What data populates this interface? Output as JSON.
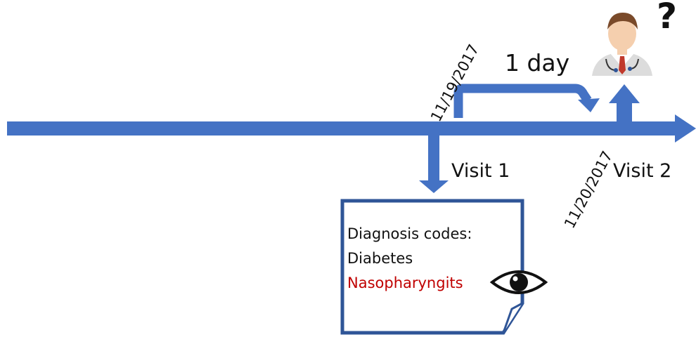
{
  "visit1": {
    "date": "11/19/2017",
    "label": "Visit 1"
  },
  "visit2": {
    "date": "11/20/2017",
    "label": "Visit 2"
  },
  "interval_label": "1 day",
  "question_mark": "?",
  "diagnosis_note": {
    "title": "Diagnosis codes:",
    "codes": [
      {
        "text": "Diabetes",
        "color": "#111111"
      },
      {
        "text": "Nasopharyngits",
        "color": "#c00000"
      }
    ]
  },
  "colors": {
    "arrow": "#4472c4",
    "note_border": "#2f5597",
    "text": "#111111",
    "highlight": "#c00000"
  },
  "icons": [
    "doctor-icon",
    "eye-icon"
  ]
}
